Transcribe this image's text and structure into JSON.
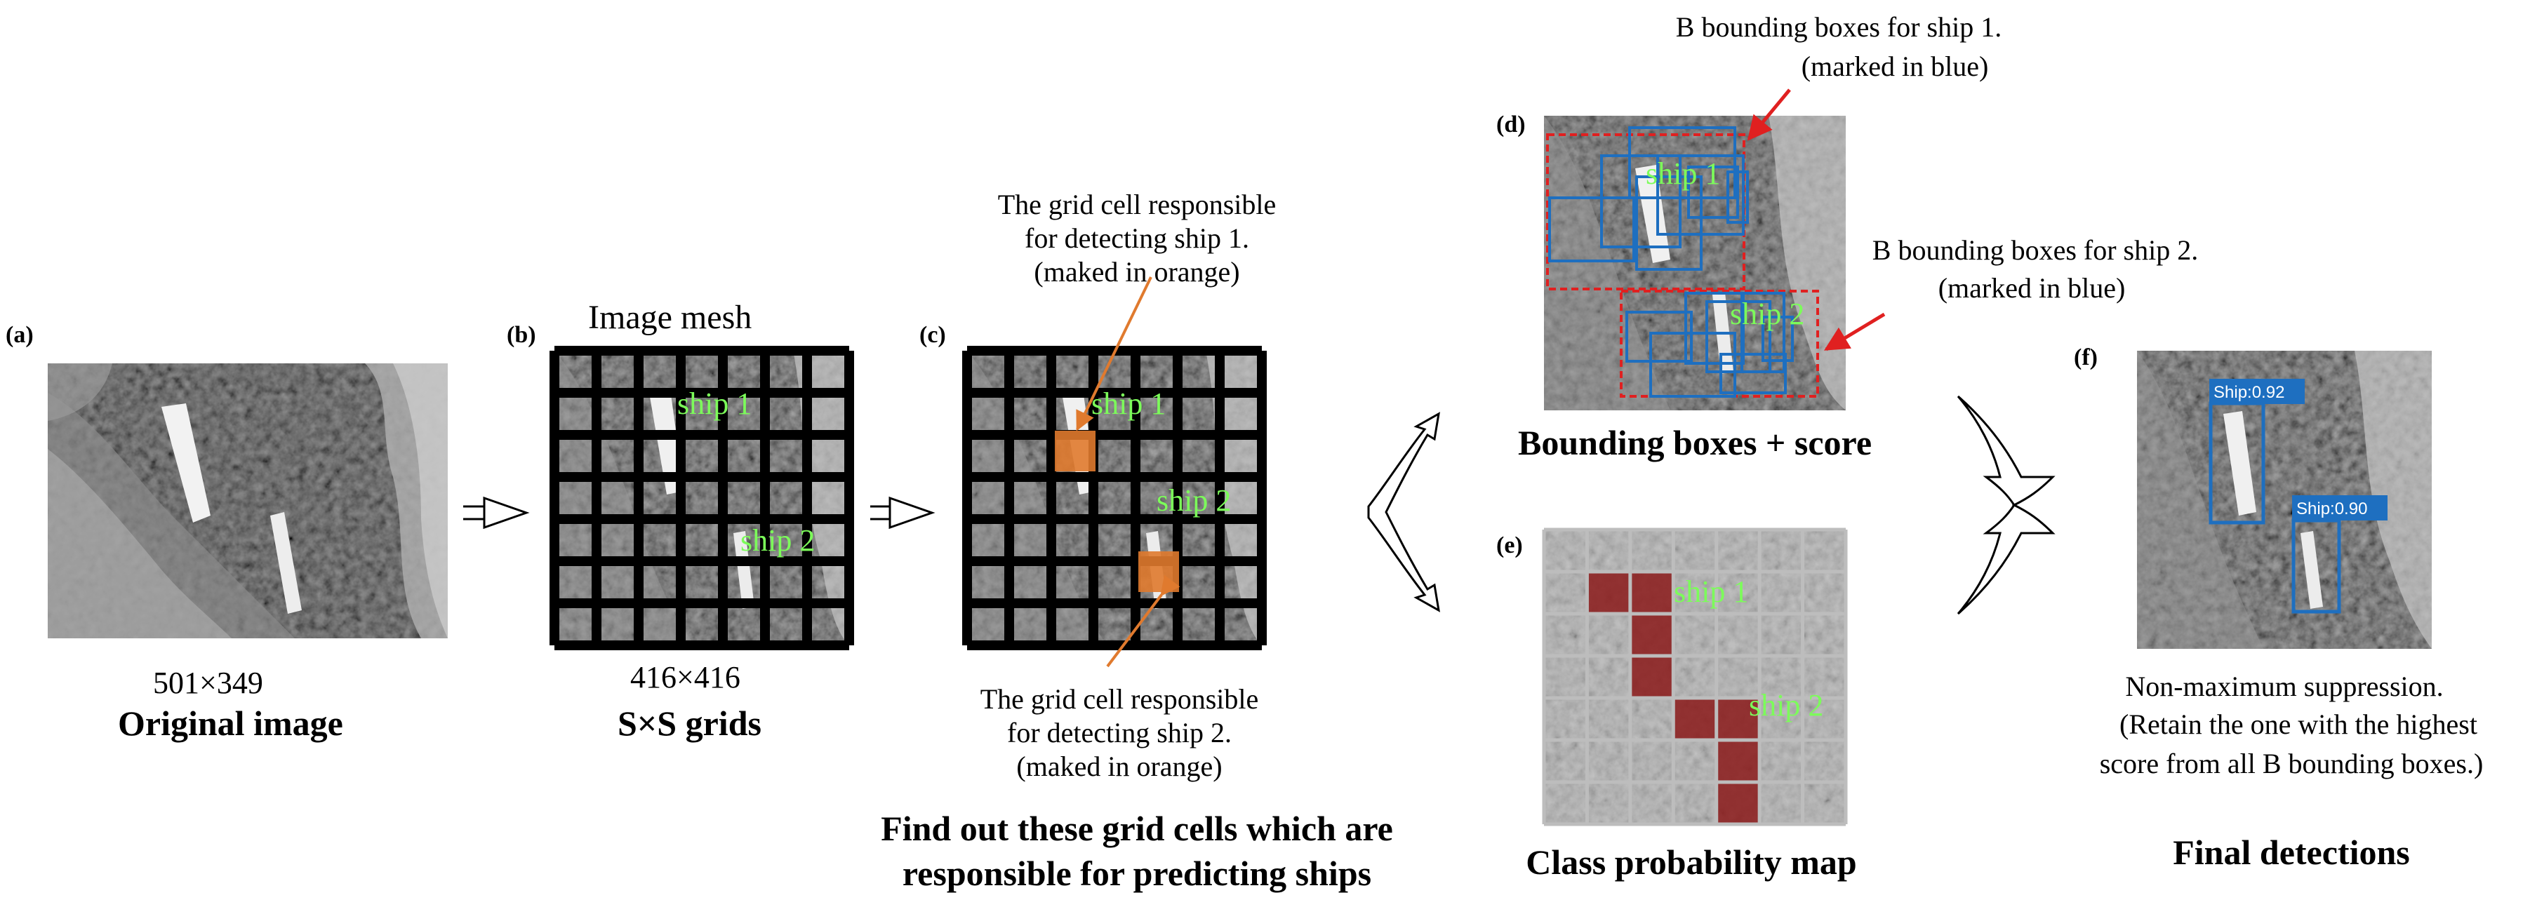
{
  "panels": {
    "a": {
      "letter": "(a)",
      "size": "501×349",
      "caption": "Original image"
    },
    "b": {
      "letter": "(b)",
      "title": "Image mesh",
      "size": "416×416",
      "caption": "S×S grids"
    },
    "c": {
      "letter": "(c)",
      "ship1": "ship 1",
      "ship2": "ship 2",
      "note_top": [
        "The grid cell responsible",
        "for detecting ship 1.",
        "(maked in orange)"
      ],
      "note_bottom": [
        "The grid cell responsible",
        "for detecting ship 2.",
        "(maked in orange)"
      ],
      "caption": [
        "Find out these grid cells which are",
        "responsible for predicting ships"
      ]
    },
    "d": {
      "letter": "(d)",
      "ship1": "ship 1",
      "ship2": "ship 2",
      "note_ship1": [
        "B bounding boxes for ship 1.",
        "(marked in blue)"
      ],
      "note_ship2": [
        "B bounding boxes for ship 2.",
        "(marked in blue)"
      ],
      "caption": "Bounding boxes + score"
    },
    "e": {
      "letter": "(e)",
      "ship1": "ship 1",
      "ship2": "ship 2",
      "caption": "Class probability map"
    },
    "f": {
      "letter": "(f)",
      "det1": "Ship:0.92",
      "det2": "Ship:0.90",
      "note": [
        "Non-maximum suppression.",
        "(Retain the one with the highest",
        "score from all B bounding boxes.)"
      ],
      "caption": "Final detections"
    }
  },
  "colors": {
    "orange": "#E07A2E",
    "blue": "#1E6FC0",
    "red": "#E02020",
    "label_green": "#7CFC5A",
    "dark_red": "#8B1A1A"
  }
}
